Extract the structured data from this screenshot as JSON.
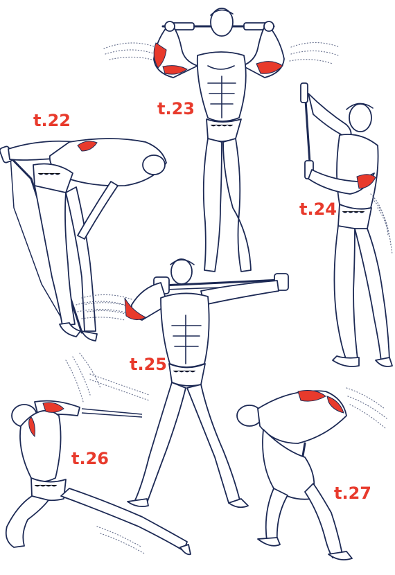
{
  "colors": {
    "ink": "#1d2a55",
    "muscle_highlight": "#e83a2c",
    "label": "#e83a2c",
    "background": "#ffffff"
  },
  "figures": [
    {
      "id": "t22",
      "label": "t.22"
    },
    {
      "id": "t23",
      "label": "t.23"
    },
    {
      "id": "t24",
      "label": "t.24"
    },
    {
      "id": "t25",
      "label": "t.25"
    },
    {
      "id": "t26",
      "label": "t.26"
    },
    {
      "id": "t27",
      "label": "t.27"
    }
  ]
}
